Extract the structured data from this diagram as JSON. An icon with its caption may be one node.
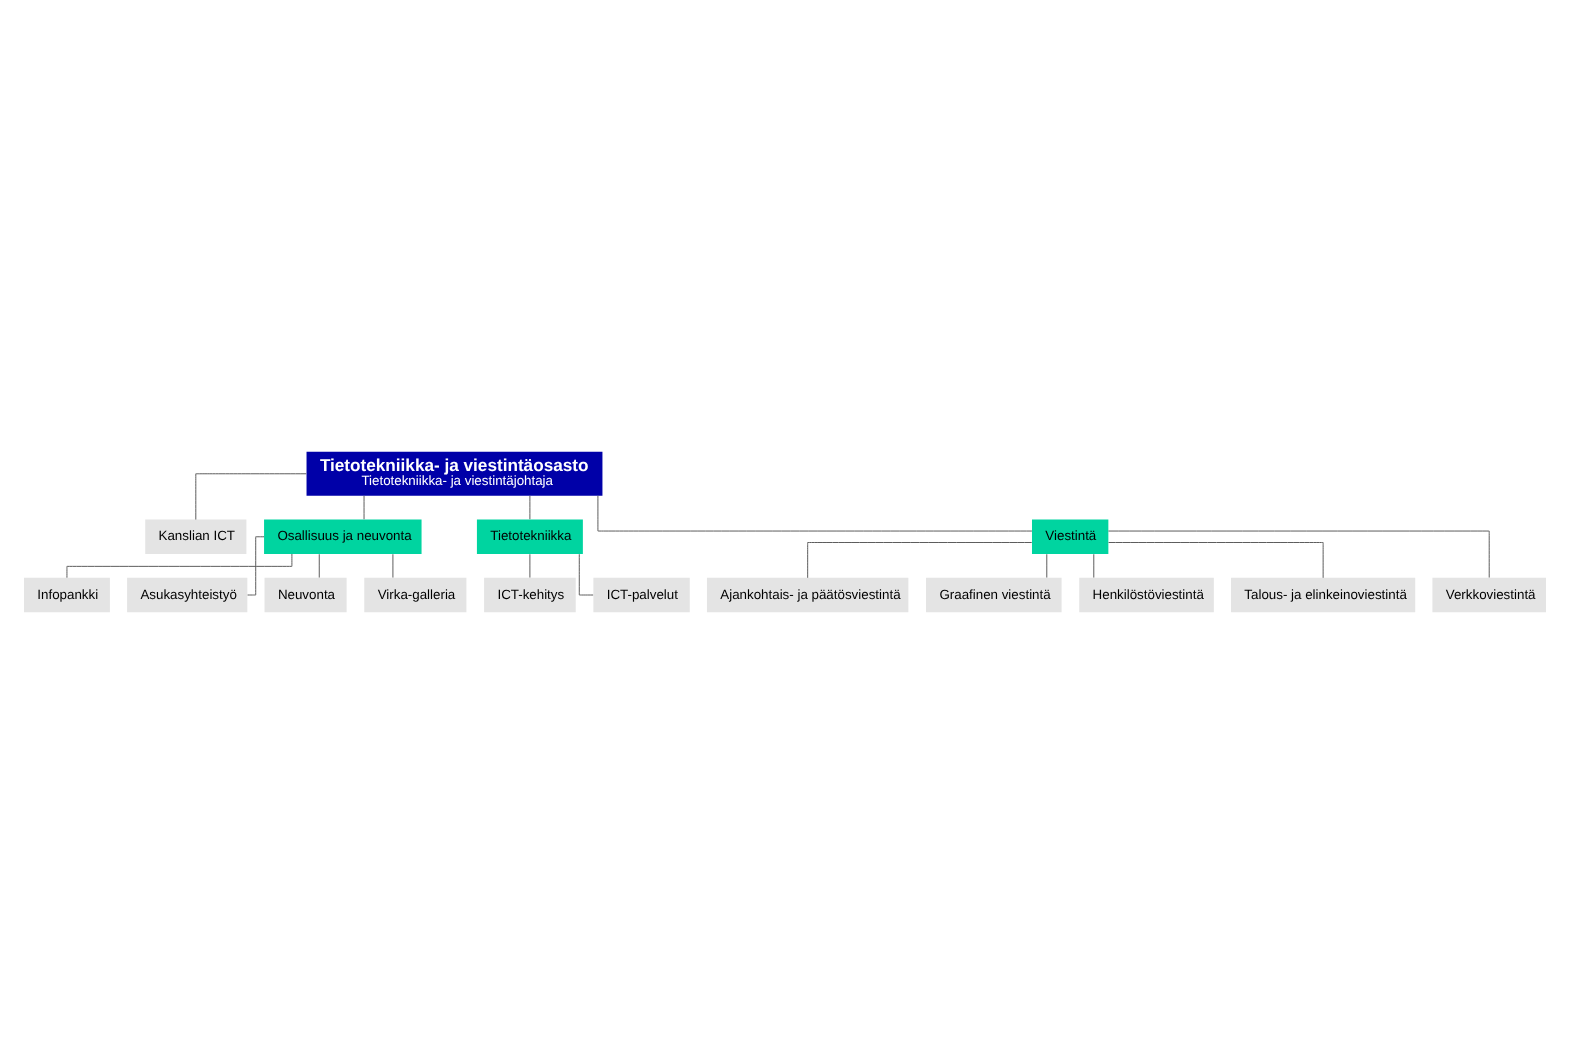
{
  "diagram": {
    "nodes": [
      {
        "text": [
          "Tietotekniikka- ja viestintäosasto",
          "Tietotekniikka- ja viestintäjohtaja"
        ]
      },
      {
        "text": [
          "Kanslian ICT"
        ]
      },
      {
        "text": [
          "Osallisuus ja neuvonta"
        ]
      },
      {
        "text": [
          "Tietotekniikka"
        ]
      },
      {
        "text": [
          "Viestintä"
        ]
      },
      {
        "text": [
          "Infopankki"
        ]
      },
      {
        "text": [
          "Asukasyhteistyö"
        ]
      },
      {
        "text": [
          "Neuvonta"
        ]
      },
      {
        "text": [
          "Virka-galleria"
        ]
      },
      {
        "text": [
          "ICT-kehitys"
        ]
      },
      {
        "text": [
          "ICT-palvelut"
        ]
      },
      {
        "text": [
          "Ajankohtais- ja päätösviestintä"
        ]
      },
      {
        "text": [
          "Graafinen viestintä"
        ]
      },
      {
        "text": [
          "Henkilöstöviestintä"
        ]
      },
      {
        "text": [
          "Talous- ja elinkeinoviestintä"
        ]
      },
      {
        "text": [
          "Verkkoviestintä"
        ]
      }
    ],
    "edges": [
      {
        "from": 0,
        "to": 1,
        "arrow": "none"
      },
      {
        "from": 0,
        "to": 2,
        "arrow": "none"
      },
      {
        "from": 0,
        "to": 3,
        "arrow": "none"
      },
      {
        "from": 0,
        "to": 4,
        "arrow": "none"
      },
      {
        "from": 2,
        "to": 5,
        "arrow": "none"
      },
      {
        "from": 2,
        "to": 6,
        "arrow": "none"
      },
      {
        "from": 2,
        "to": 7,
        "arrow": "none"
      },
      {
        "from": 2,
        "to": 8,
        "arrow": "none"
      },
      {
        "from": 3,
        "to": 9,
        "arrow": "none"
      },
      {
        "from": 3,
        "to": 10,
        "arrow": "none"
      },
      {
        "from": 4,
        "to": 11,
        "arrow": "none"
      },
      {
        "from": 4,
        "to": 12,
        "arrow": "none"
      },
      {
        "from": 4,
        "to": 13,
        "arrow": "none"
      },
      {
        "from": 4,
        "to": 14,
        "arrow": "none"
      },
      {
        "from": 4,
        "to": 15,
        "arrow": "none"
      }
    ]
  }
}
